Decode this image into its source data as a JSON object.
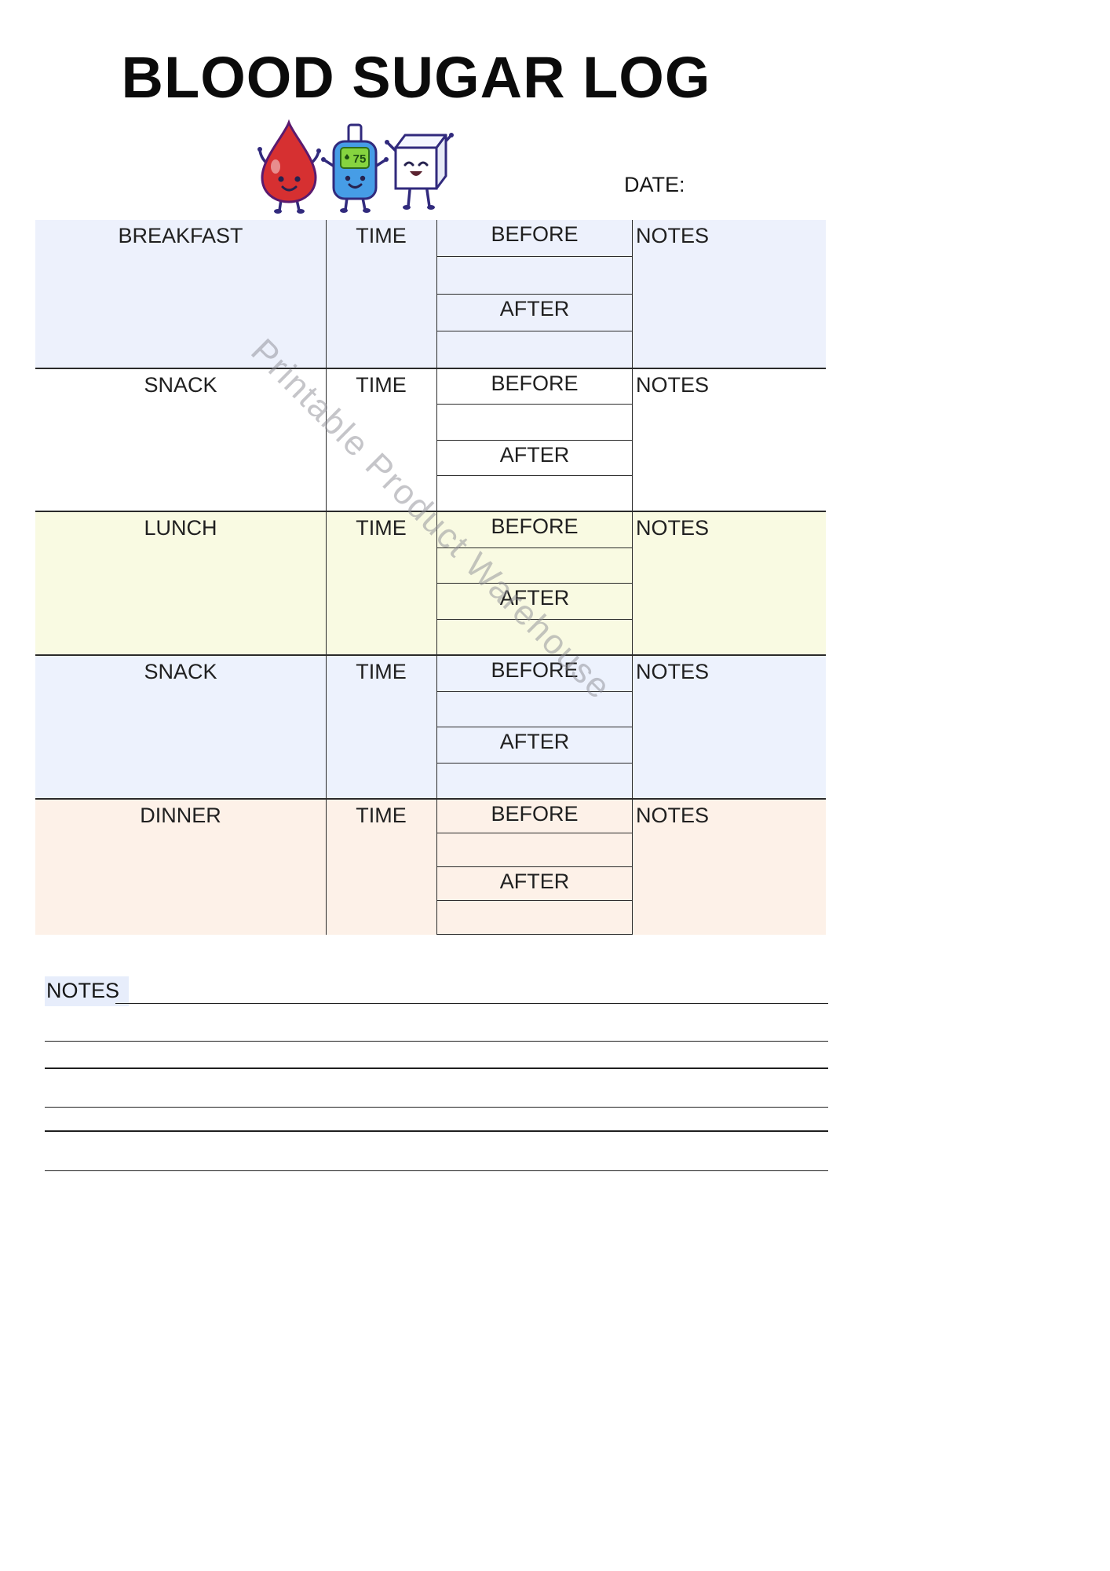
{
  "header": {
    "title": "BLOOD SUGAR LOG",
    "date_label": "DATE:"
  },
  "illustration": {
    "characters": [
      "blood-drop",
      "glucose-meter",
      "sugar-cube"
    ],
    "meter_value": "75"
  },
  "watermark": "Printable Product Warehouse",
  "table": {
    "sections": [
      {
        "name": "BREAKFAST",
        "time_label": "TIME",
        "before_label": "BEFORE",
        "after_label": "AFTER",
        "notes_label": "NOTES",
        "bg": "#edf1fc"
      },
      {
        "name": "SNACK",
        "time_label": "TIME",
        "before_label": "BEFORE",
        "after_label": "AFTER",
        "notes_label": "NOTES",
        "bg": "#ffffff"
      },
      {
        "name": "LUNCH",
        "time_label": "TIME",
        "before_label": "BEFORE",
        "after_label": "AFTER",
        "notes_label": "NOTES",
        "bg": "#f9fae2"
      },
      {
        "name": "SNACK",
        "time_label": "TIME",
        "before_label": "BEFORE",
        "after_label": "AFTER",
        "notes_label": "NOTES",
        "bg": "#edf2fd"
      },
      {
        "name": "DINNER",
        "time_label": "TIME",
        "before_label": "BEFORE",
        "after_label": "AFTER",
        "notes_label": "NOTES",
        "bg": "#fdf1e8"
      }
    ]
  },
  "notes_footer": {
    "label": "NOTES",
    "line_count": 6
  },
  "colors": {
    "divider": "#2a2a2a",
    "highlight": "#e7edfb",
    "drop_red": "#d63031",
    "meter_blue": "#469de6",
    "screen_green": "#86d43f",
    "limb_navy": "#312a7d"
  }
}
